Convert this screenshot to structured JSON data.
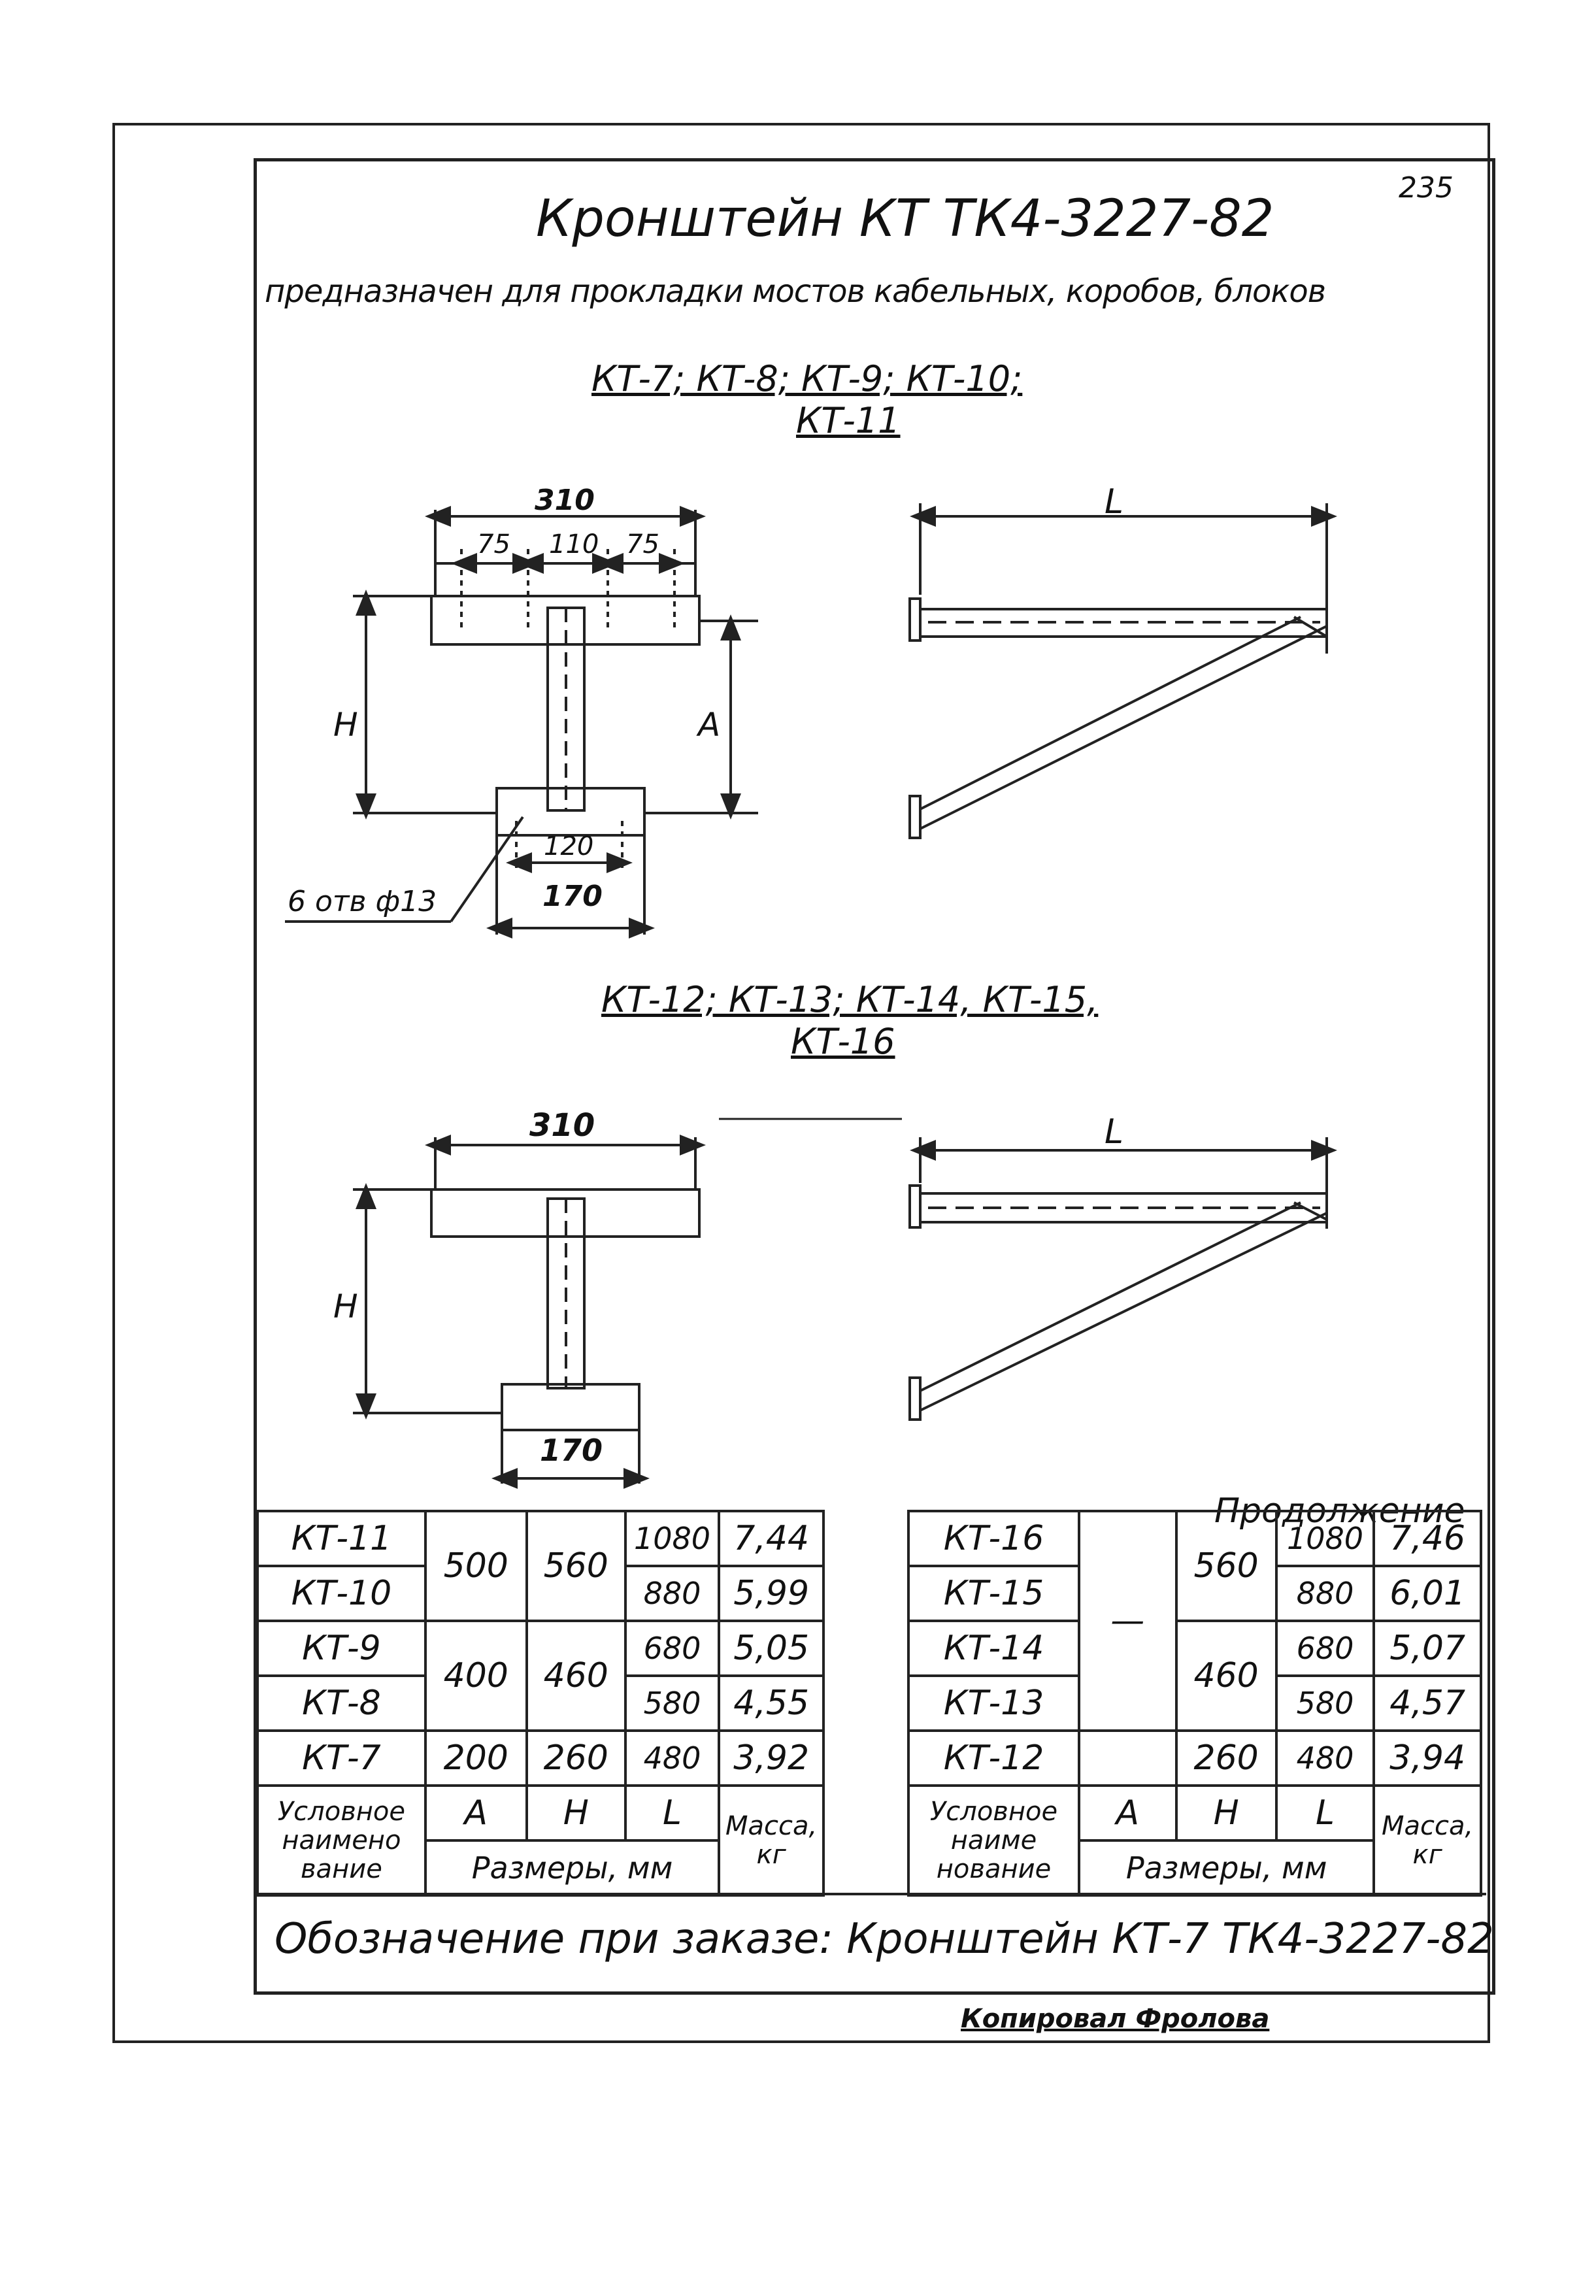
{
  "page_number": "235",
  "title": "Кронштейн КТ  ТК4-3227-82",
  "subtitle": "предназначен для прокладки мостов кабельных, коробов, блоков",
  "section1": {
    "line1": "КТ-7; КТ-8; КТ-9; КТ-10;",
    "line2": "КТ-11"
  },
  "section2": {
    "line1": "КТ-12; КТ-13; КТ-14, КТ-15,",
    "line2": "КТ-16"
  },
  "drawing1": {
    "dim_width": "310",
    "dim_left": "75",
    "dim_mid": "110",
    "dim_right": "75",
    "dim_h": "H",
    "dim_a": "A",
    "dim_inner": "120",
    "dim_base": "170",
    "holes_note": "6 отв ф13",
    "dim_l": "L"
  },
  "drawing2": {
    "dim_width": "310",
    "dim_h": "H",
    "dim_base": "170",
    "dim_l": "L"
  },
  "continuation_label": "Продолжение",
  "table_left": {
    "rows": [
      {
        "name": "КТ-11",
        "l": "1080",
        "mass": "7,44"
      },
      {
        "name": "КТ-10",
        "l": "880",
        "mass": "5,99"
      },
      {
        "name": "КТ-9",
        "l": "680",
        "mass": "5,05"
      },
      {
        "name": "КТ-8",
        "l": "580",
        "mass": "4,55"
      },
      {
        "name": "КТ-7",
        "l": "480",
        "mass": "3,92"
      }
    ],
    "a_groups": [
      "500",
      "400",
      "200"
    ],
    "h_groups": [
      "560",
      "460",
      "260"
    ],
    "header": {
      "name": "Условное наимено вание",
      "a": "A",
      "h": "H",
      "l": "L",
      "mass": "Масса, кг",
      "sizes": "Размеры, мм"
    }
  },
  "table_right": {
    "rows": [
      {
        "name": "КТ-16",
        "l": "1080",
        "mass": "7,46"
      },
      {
        "name": "КТ-15",
        "l": "880",
        "mass": "6,01"
      },
      {
        "name": "КТ-14",
        "l": "680",
        "mass": "5,07"
      },
      {
        "name": "КТ-13",
        "l": "580",
        "mass": "4,57"
      },
      {
        "name": "КТ-12",
        "l": "480",
        "mass": "3,94"
      }
    ],
    "a_value": "—",
    "h_groups": [
      "560",
      "460",
      "260"
    ],
    "header": {
      "name": "Условное наиме нование",
      "a": "A",
      "h": "H",
      "l": "L",
      "mass": "Масса, кг",
      "sizes": "Размеры, мм"
    }
  },
  "order_designation": "Обозначение при заказе: Кронштейн КТ-7 ТК4-3227-82",
  "footer_note": "Копировал  Фролова"
}
